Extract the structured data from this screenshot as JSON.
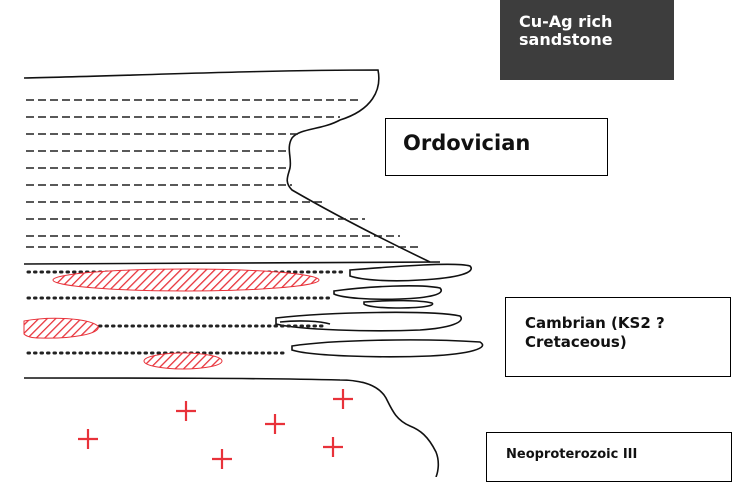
{
  "legend": {
    "line1": "Cu-Ag rich",
    "line2": "sandstone"
  },
  "units": {
    "ordovician": "Ordovician",
    "cambrian_line1": "Cambrian (KS2 ?",
    "cambrian_line2": "Cretaceous)",
    "neoproterozoic": "Neoproterozoic III"
  },
  "colors": {
    "outline": "#111111",
    "mineralization": "#e8323a",
    "legend_bg": "#3d3d3d",
    "legend_text": "#ffffff"
  },
  "symbols": {
    "shale": "dashed-lines",
    "sandstone": "dotted-lines",
    "mineralized_lens": "red-hatched-ellipse",
    "basement": "red-cross"
  }
}
